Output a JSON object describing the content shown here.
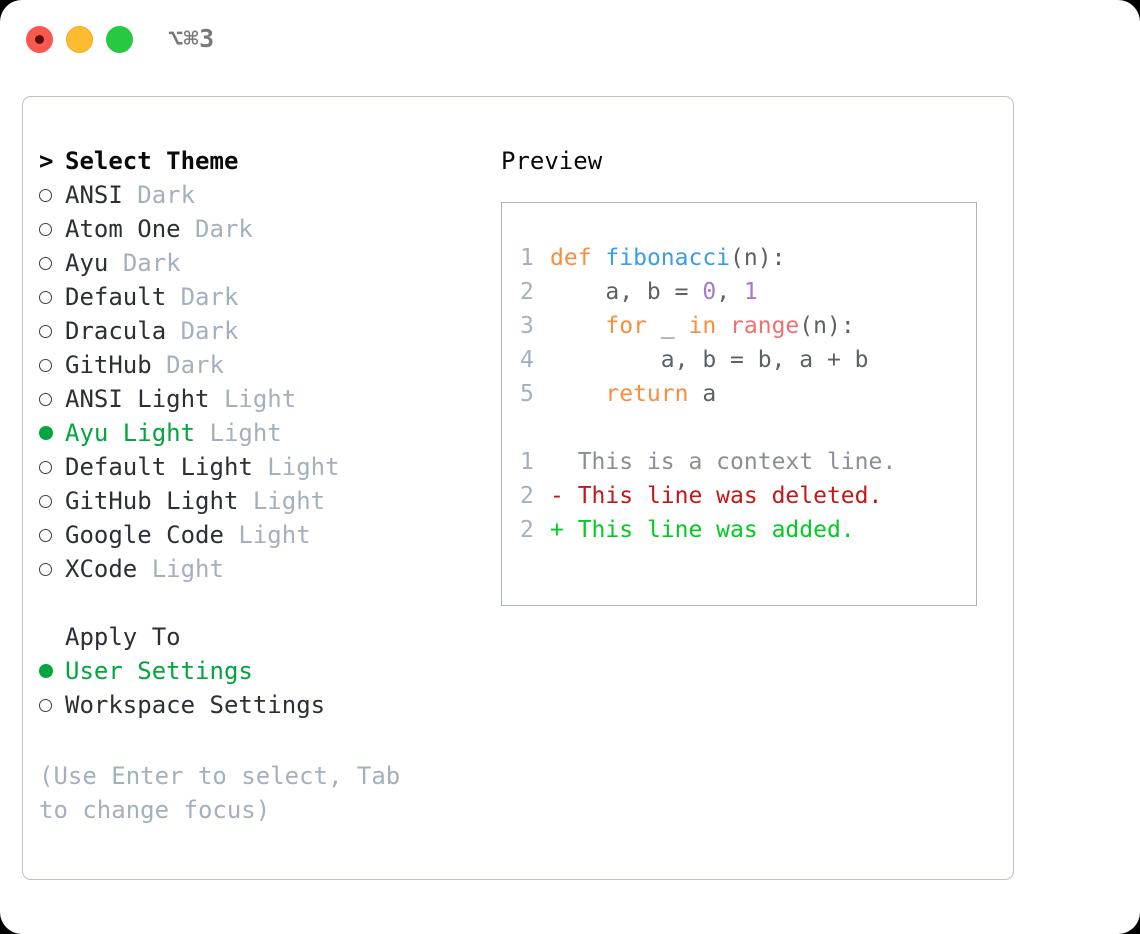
{
  "titlebar": {
    "shortcut": "⌥⌘3",
    "buttons": {
      "close": "close-button",
      "minimize": "minimize-button",
      "maximize": "maximize-button"
    }
  },
  "theme_section": {
    "caret": ">",
    "heading": "Select Theme",
    "ring": "○",
    "dot": "●",
    "items": [
      {
        "marker": "ring",
        "name": "ANSI",
        "variant": "Dark",
        "selected": false
      },
      {
        "marker": "ring",
        "name": "Atom One",
        "variant": "Dark",
        "selected": false
      },
      {
        "marker": "ring",
        "name": "Ayu",
        "variant": "Dark",
        "selected": false
      },
      {
        "marker": "ring",
        "name": "Default",
        "variant": "Dark",
        "selected": false
      },
      {
        "marker": "ring",
        "name": "Dracula",
        "variant": "Dark",
        "selected": false
      },
      {
        "marker": "ring",
        "name": "GitHub",
        "variant": "Dark",
        "selected": false
      },
      {
        "marker": "ring",
        "name": "ANSI Light",
        "variant": "Light",
        "selected": false
      },
      {
        "marker": "dot",
        "name": "Ayu Light",
        "variant": "Light",
        "selected": true
      },
      {
        "marker": "ring",
        "name": "Default Light",
        "variant": "Light",
        "selected": false
      },
      {
        "marker": "ring",
        "name": "GitHub Light",
        "variant": "Light",
        "selected": false
      },
      {
        "marker": "ring",
        "name": "Google Code",
        "variant": "Light",
        "selected": false
      },
      {
        "marker": "ring",
        "name": "XCode",
        "variant": "Light",
        "selected": false
      }
    ]
  },
  "apply_section": {
    "heading": "Apply To",
    "items": [
      {
        "name": "User Settings",
        "selected": true
      },
      {
        "name": "Workspace Settings",
        "selected": false
      }
    ]
  },
  "hint": "(Use Enter to select, Tab to change focus)",
  "preview": {
    "title": "Preview",
    "code_lines": [
      {
        "num": "1",
        "tokens": [
          {
            "t": "def",
            "c": "kw"
          },
          {
            "t": " ",
            "c": "txt"
          },
          {
            "t": "fibonacci",
            "c": "fn"
          },
          {
            "t": "(n):",
            "c": "txt"
          }
        ]
      },
      {
        "num": "2",
        "tokens": [
          {
            "t": "    a, b = ",
            "c": "txt"
          },
          {
            "t": "0",
            "c": "num"
          },
          {
            "t": ", ",
            "c": "txt"
          },
          {
            "t": "1",
            "c": "num"
          }
        ]
      },
      {
        "num": "3",
        "tokens": [
          {
            "t": "    ",
            "c": "txt"
          },
          {
            "t": "for",
            "c": "kw"
          },
          {
            "t": " _ ",
            "c": "txt"
          },
          {
            "t": "in",
            "c": "kw"
          },
          {
            "t": " ",
            "c": "txt"
          },
          {
            "t": "range",
            "c": "call"
          },
          {
            "t": "(n):",
            "c": "txt"
          }
        ]
      },
      {
        "num": "4",
        "tokens": [
          {
            "t": "        a, b = b, a + b",
            "c": "txt"
          }
        ]
      },
      {
        "num": "5",
        "tokens": [
          {
            "t": "    ",
            "c": "txt"
          },
          {
            "t": "return",
            "c": "kw"
          },
          {
            "t": " a",
            "c": "txt"
          }
        ]
      }
    ],
    "diff_lines": [
      {
        "num": "1",
        "sign": " ",
        "text": " This is a context line.",
        "kind": "ctx"
      },
      {
        "num": "2",
        "sign": "-",
        "text": " This line was deleted.",
        "kind": "del"
      },
      {
        "num": "2",
        "sign": "+",
        "text": " This line was added.",
        "kind": "add"
      }
    ]
  },
  "colors": {
    "accent_green": "#00a63e",
    "keyword_orange": "#fa8d3e",
    "function_blue": "#399ee6",
    "call_red": "#f07171",
    "number_purple": "#a37acc",
    "muted_gray": "#a5b0bd",
    "diff_delete": "#c21818",
    "diff_add": "#00cc22"
  }
}
